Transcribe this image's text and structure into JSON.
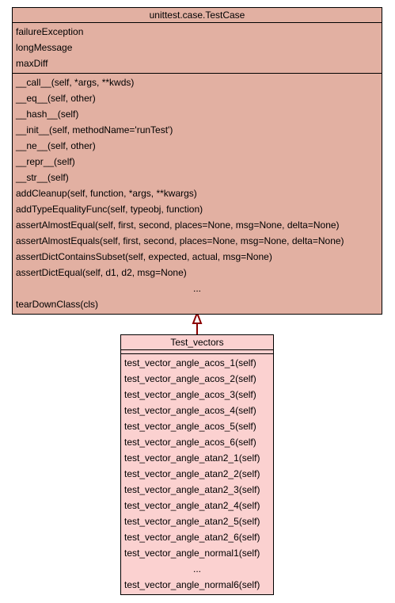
{
  "base_class": {
    "name": "unittest.case.TestCase",
    "attributes": [
      "failureException",
      "longMessage",
      "maxDiff"
    ],
    "methods": [
      "__call__(self, *args, **kwds)",
      "__eq__(self, other)",
      "__hash__(self)",
      "__init__(self, methodName='runTest')",
      "__ne__(self, other)",
      "__repr__(self)",
      "__str__(self)",
      "addCleanup(self, function, *args, **kwargs)",
      "addTypeEqualityFunc(self, typeobj, function)",
      "assertAlmostEqual(self, first, second, places=None, msg=None, delta=None)",
      "assertAlmostEquals(self, first, second, places=None, msg=None, delta=None)",
      "assertDictContainsSubset(self, expected, actual, msg=None)",
      "assertDictEqual(self, d1, d2, msg=None)",
      "...",
      "tearDownClass(cls)"
    ]
  },
  "derived_class": {
    "name": "Test_vectors",
    "attributes": [],
    "methods": [
      "test_vector_angle_acos_1(self)",
      "test_vector_angle_acos_2(self)",
      "test_vector_angle_acos_3(self)",
      "test_vector_angle_acos_4(self)",
      "test_vector_angle_acos_5(self)",
      "test_vector_angle_acos_6(self)",
      "test_vector_angle_atan2_1(self)",
      "test_vector_angle_atan2_2(self)",
      "test_vector_angle_atan2_3(self)",
      "test_vector_angle_atan2_4(self)",
      "test_vector_angle_atan2_5(self)",
      "test_vector_angle_atan2_6(self)",
      "test_vector_angle_normal1(self)",
      "...",
      "test_vector_angle_normal6(self)"
    ]
  },
  "relationship": {
    "type": "inheritance",
    "from": "Test_vectors",
    "to": "unittest.case.TestCase",
    "color": "#8b0000"
  },
  "colors": {
    "base_fill": "#e2b0a2",
    "derived_fill": "#fbd1d0"
  }
}
